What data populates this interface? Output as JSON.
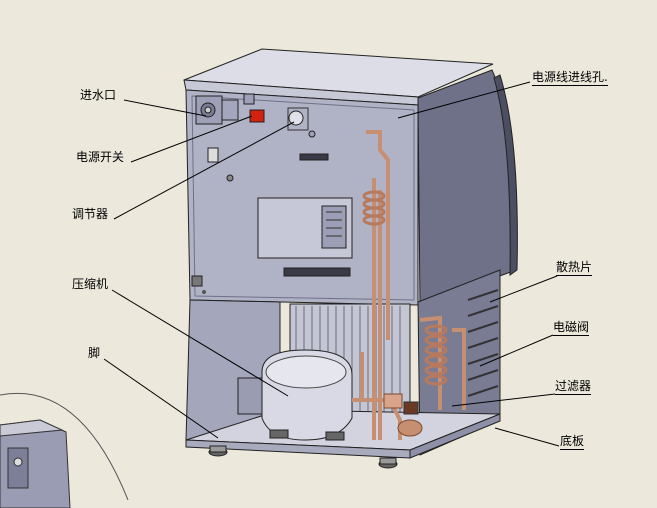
{
  "labels": {
    "water_inlet": "进水口",
    "power_switch": "电源开关",
    "regulator": "调节器",
    "compressor": "压缩机",
    "foot": "脚",
    "cable_hole": "电源线进线孔.",
    "heat_sink": "散热片",
    "solenoid_valve": "电磁阀",
    "filter": "过滤器",
    "base_plate": "底板"
  },
  "colors": {
    "background": "#ece9dc",
    "panel": "#b0b2c6",
    "panel_dark": "#8e90a8",
    "top": "#dcdde6",
    "copper": "#c78f72",
    "leader": "#000000"
  }
}
